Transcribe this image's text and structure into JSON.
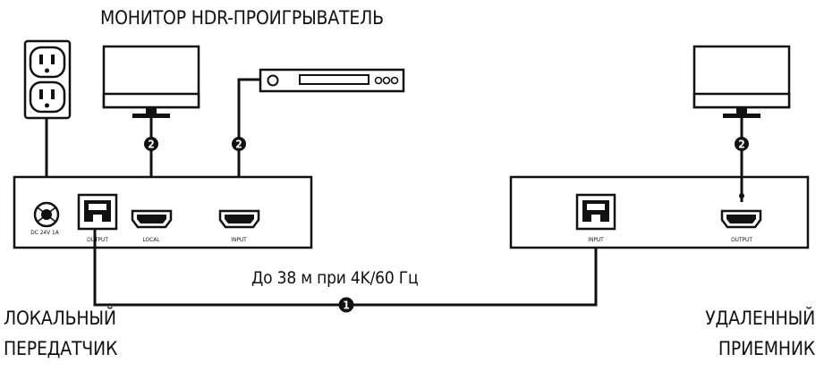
{
  "title": "МОНИТОР HDR-ПРОИГРЫВАТЕЛЬ",
  "distance_label": "До 38 м при 4K/60 Гц",
  "transmitter_label": [
    "ЛОКАЛЬНЫЙ",
    "ПЕРЕДАТЧИК"
  ],
  "receiver_label": [
    "УДАЛЕННЫЙ",
    "ПРИЕМНИК"
  ],
  "transmitter_ports": {
    "power": "DC 24V 1A",
    "output": "OUTPUT",
    "local": "LOCAL",
    "input": "INPUT"
  },
  "receiver_ports": {
    "input": "INPUT",
    "output": "OUTPUT"
  },
  "markers": {
    "hdmi_cable": "2",
    "hdbaset_cable": "1"
  }
}
